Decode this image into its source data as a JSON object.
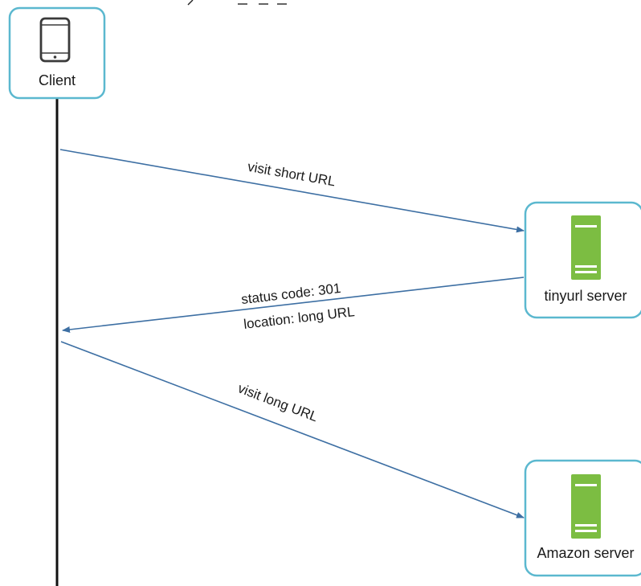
{
  "nodes": {
    "client": {
      "label": "Client",
      "icon": "mobile-phone-icon"
    },
    "tinyurl": {
      "label": "tinyurl server",
      "icon": "server-icon"
    },
    "amazon": {
      "label": "Amazon server",
      "icon": "server-icon"
    }
  },
  "edges": {
    "visit_short": {
      "label": "visit short URL"
    },
    "redirect": {
      "line1": "status code: 301",
      "line2": "location: long URL"
    },
    "visit_long": {
      "label": "visit long URL"
    }
  },
  "colors": {
    "box_border": "#5bb8cf",
    "arrow": "#3d6fa3",
    "server": "#7cbd42",
    "lifeline": "#111111"
  }
}
